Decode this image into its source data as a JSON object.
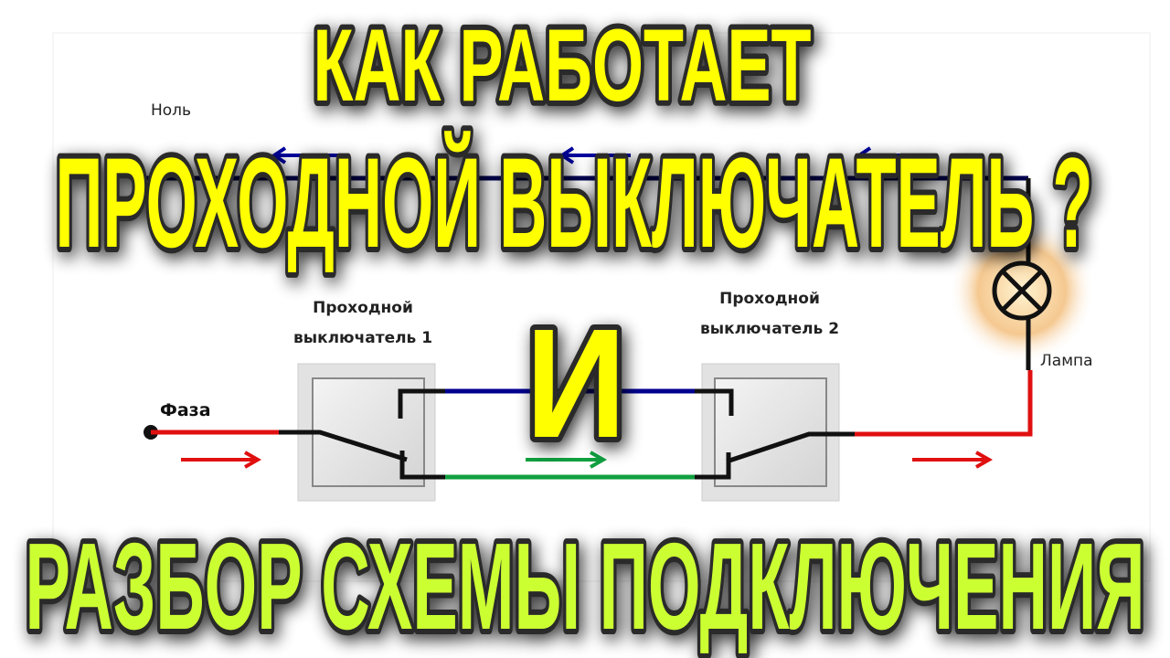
{
  "title": {
    "line1": "КАК РАБОТАЕТ",
    "line2": "ПРОХОДНОЙ ВЫКЛЮЧАТЕЛЬ ?",
    "connector": "И",
    "line3": "РАЗБОР СХЕМЫ ПОДКЛЮЧЕНИЯ"
  },
  "diagram": {
    "neutral_label": "Ноль",
    "lamp_label": "Лампа",
    "phase_label": "Фаза",
    "switch1_label_line1": "Проходной",
    "switch1_label_line2": "выключатель 1",
    "switch2_label_line1": "Проходной",
    "switch2_label_line2": "выключатель 2"
  },
  "colors": {
    "title_yellow": "#ffff00",
    "title_green": "#ccff33",
    "phase_wire": "#e01010",
    "neutral_wire": "#000080",
    "traveler_blue": "#000090",
    "traveler_green": "#10a040"
  }
}
